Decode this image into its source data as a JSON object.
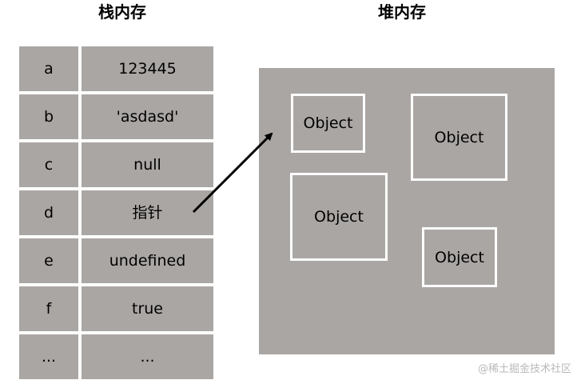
{
  "stack": {
    "title": "栈内存",
    "rows": [
      {
        "key": "a",
        "value": "123445"
      },
      {
        "key": "b",
        "value": "'asdasd'"
      },
      {
        "key": "c",
        "value": "null"
      },
      {
        "key": "d",
        "value": "指针"
      },
      {
        "key": "e",
        "value": "undefined"
      },
      {
        "key": "f",
        "value": "true"
      },
      {
        "key": "...",
        "value": "..."
      }
    ]
  },
  "heap": {
    "title": "堆内存",
    "objects": [
      "Object",
      "Object",
      "Object",
      "Object"
    ]
  },
  "watermark": "@稀土掘金技术社区",
  "colors": {
    "cell_fill": "#aaa6a4",
    "object_border": "#ffffff",
    "arrow": "#000000"
  }
}
